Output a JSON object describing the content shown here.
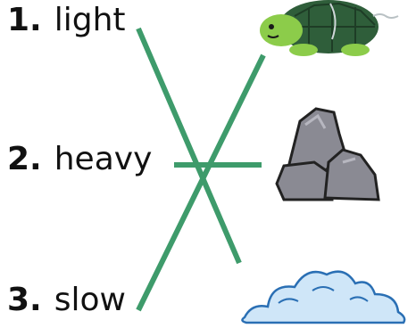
{
  "title": "",
  "words": [
    {
      "number": "1.",
      "label": "light"
    },
    {
      "number": "2.",
      "label": "heavy"
    },
    {
      "number": "3.",
      "label": "slow"
    }
  ],
  "pictures": [
    {
      "name": "turtle-icon"
    },
    {
      "name": "rock-icon"
    },
    {
      "name": "cloud-icon"
    }
  ],
  "connections": [
    {
      "word": "light",
      "picture": "cloud-icon"
    },
    {
      "word": "heavy",
      "picture": "rock-icon"
    },
    {
      "word": "slow",
      "picture": "turtle-icon"
    }
  ],
  "colors": {
    "line": "#3e9b6b",
    "text": "#111111",
    "turtle_shell": "#2f5e3a",
    "turtle_skin": "#8ccc4a",
    "rock": "#8a8a93",
    "cloud": "#cfe6f8"
  }
}
